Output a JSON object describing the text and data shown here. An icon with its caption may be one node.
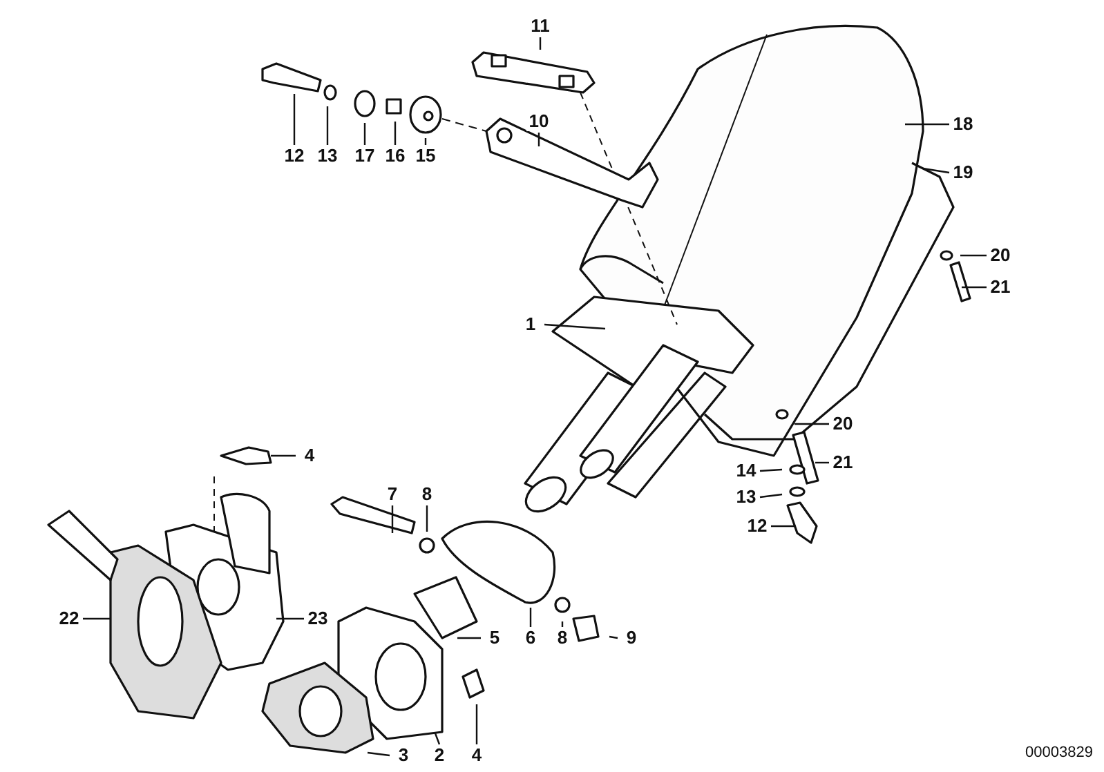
{
  "diagram": {
    "nodes": [
      {
        "text": [
          "11"
        ]
      },
      {
        "text": [
          "12"
        ]
      },
      {
        "text": [
          "13"
        ]
      },
      {
        "text": [
          "17"
        ]
      },
      {
        "text": [
          "16"
        ]
      },
      {
        "text": [
          "15"
        ]
      },
      {
        "text": [
          "10"
        ]
      },
      {
        "text": [
          "18"
        ]
      },
      {
        "text": [
          "19"
        ]
      },
      {
        "text": [
          "20"
        ]
      },
      {
        "text": [
          "21"
        ]
      },
      {
        "text": [
          "1"
        ]
      },
      {
        "text": [
          "20"
        ]
      },
      {
        "text": [
          "21"
        ]
      },
      {
        "text": [
          "14"
        ]
      },
      {
        "text": [
          "13"
        ]
      },
      {
        "text": [
          "12"
        ]
      },
      {
        "text": [
          "4"
        ]
      },
      {
        "text": [
          "7"
        ]
      },
      {
        "text": [
          "8"
        ]
      },
      {
        "text": [
          "22"
        ]
      },
      {
        "text": [
          "23"
        ]
      },
      {
        "text": [
          "5"
        ]
      },
      {
        "text": [
          "6"
        ]
      },
      {
        "text": [
          "8"
        ]
      },
      {
        "text": [
          "9"
        ]
      },
      {
        "text": [
          "3"
        ]
      },
      {
        "text": [
          "2"
        ]
      },
      {
        "text": [
          "4"
        ]
      }
    ],
    "edges": [
      {
        "from": 0,
        "to": null,
        "arrow": "none"
      },
      {
        "from": 1,
        "to": null,
        "arrow": "none"
      },
      {
        "from": 2,
        "to": null,
        "arrow": "none"
      },
      {
        "from": 3,
        "to": null,
        "arrow": "none"
      },
      {
        "from": 4,
        "to": null,
        "arrow": "none"
      },
      {
        "from": 5,
        "to": null,
        "arrow": "none"
      },
      {
        "from": 6,
        "to": null,
        "arrow": "none"
      },
      {
        "from": 7,
        "to": null,
        "arrow": "none"
      },
      {
        "from": 8,
        "to": null,
        "arrow": "none"
      },
      {
        "from": 9,
        "to": null,
        "arrow": "none"
      },
      {
        "from": 10,
        "to": null,
        "arrow": "none"
      },
      {
        "from": 11,
        "to": null,
        "arrow": "none"
      },
      {
        "from": 12,
        "to": null,
        "arrow": "none"
      },
      {
        "from": 13,
        "to": null,
        "arrow": "none"
      },
      {
        "from": 14,
        "to": null,
        "arrow": "none"
      },
      {
        "from": 15,
        "to": null,
        "arrow": "none"
      },
      {
        "from": 16,
        "to": null,
        "arrow": "none"
      },
      {
        "from": 17,
        "to": null,
        "arrow": "none"
      },
      {
        "from": 18,
        "to": null,
        "arrow": "none"
      },
      {
        "from": 19,
        "to": null,
        "arrow": "none"
      },
      {
        "from": 20,
        "to": null,
        "arrow": "none"
      },
      {
        "from": 21,
        "to": null,
        "arrow": "none"
      },
      {
        "from": 22,
        "to": null,
        "arrow": "none"
      },
      {
        "from": 23,
        "to": null,
        "arrow": "none"
      },
      {
        "from": 24,
        "to": null,
        "arrow": "none"
      },
      {
        "from": 25,
        "to": null,
        "arrow": "none"
      },
      {
        "from": 26,
        "to": null,
        "arrow": "none"
      },
      {
        "from": 27,
        "to": null,
        "arrow": "none"
      },
      {
        "from": 28,
        "to": null,
        "arrow": "none"
      }
    ],
    "labels": [
      "00003829"
    ]
  }
}
